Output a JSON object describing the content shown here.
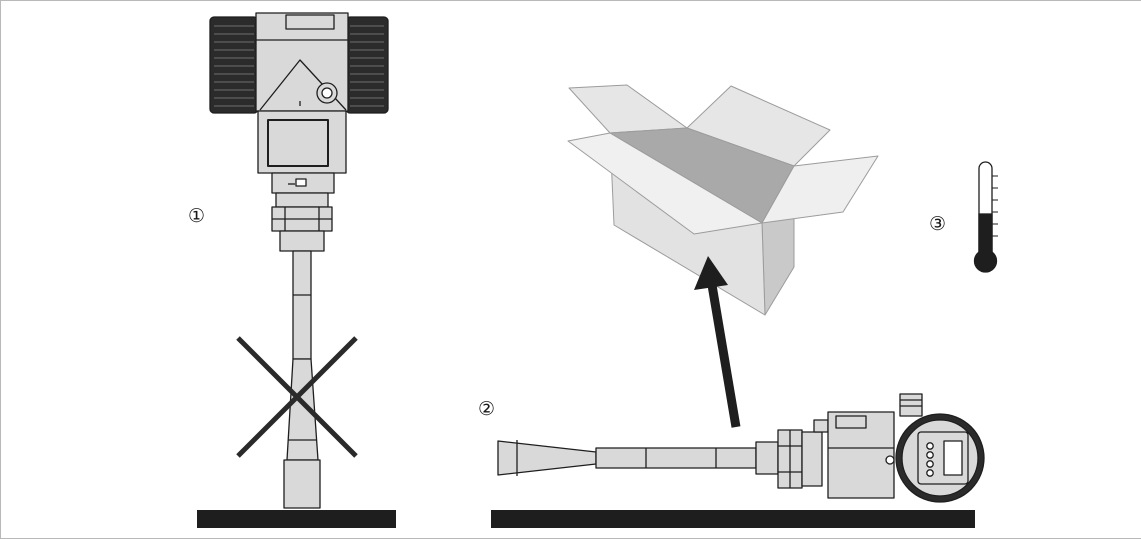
{
  "labels": {
    "step1": "①",
    "step2": "②",
    "step3": "③"
  },
  "icons": [
    "upright-radar-device-icon",
    "prohibited-cross-icon",
    "lying-radar-device-icon",
    "cardboard-box-icon",
    "arrow-up-icon",
    "thermometer-icon",
    "ground-surface"
  ],
  "colors": {
    "device_fill": "#d9d9d9",
    "device_dark": "#2b2b2b",
    "box_light": "#e0e0e0",
    "box_dark": "#a6a6a6",
    "ground": "#1e1e1e"
  }
}
